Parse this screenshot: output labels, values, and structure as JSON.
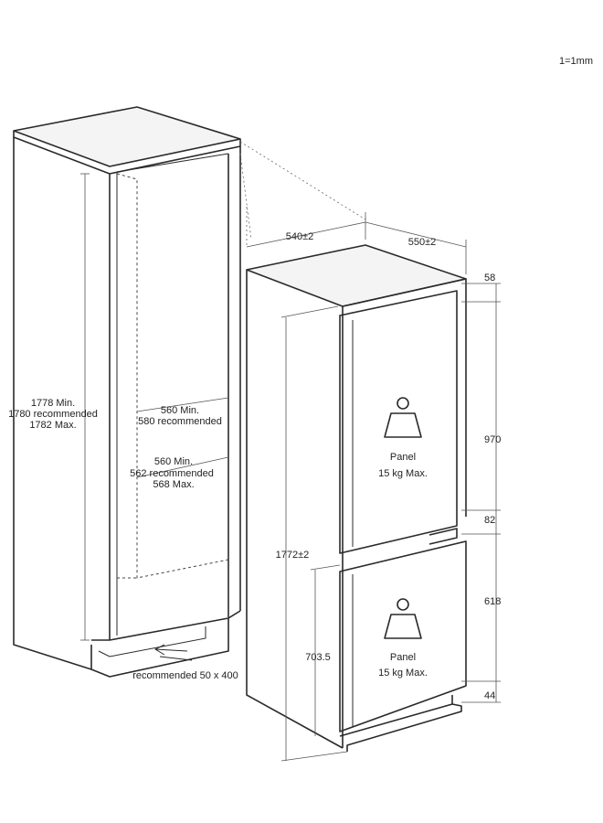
{
  "scale_note": "1=1mm",
  "cabinet": {
    "height_lines": [
      "1778 Min.",
      "1780 recommended",
      "1782 Max."
    ],
    "width_lines": [
      "560 Min.",
      "580 recommended"
    ],
    "depth_lines": [
      "560 Min.",
      "562 recommended",
      "568 Max."
    ],
    "vent_note": "recommended 50 x 400"
  },
  "appliance": {
    "depth": "540±2",
    "width": "550±2",
    "total_height": "1772±2",
    "top_gap": "58",
    "upper_door": "970",
    "middle_gap": "82",
    "lower_door": "618",
    "bottom_gap": "44",
    "lower_door_height": "703.5",
    "upper_panel": [
      "Panel",
      "15 kg Max."
    ],
    "lower_panel": [
      "Panel",
      "15 kg Max."
    ]
  }
}
